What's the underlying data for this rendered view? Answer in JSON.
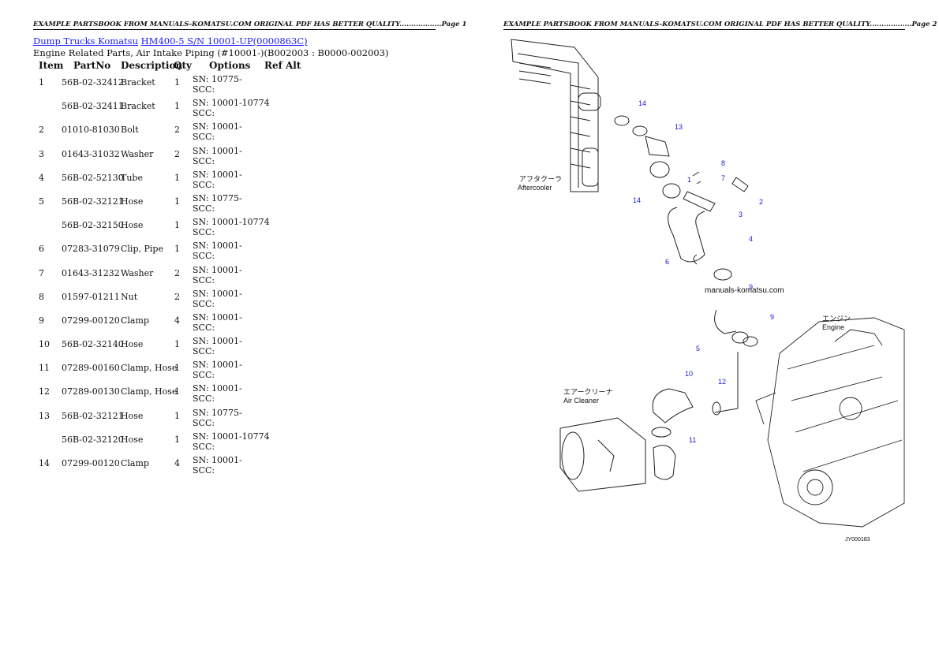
{
  "headers": {
    "page1": "EXAMPLE PARTSBOOK FROM MANUALS-KOMATSU.COM ORIGINAL PDF HAS BETTER QUALITY..................Page 1",
    "page2": "EXAMPLE PARTSBOOK FROM MANUALS-KOMATSU.COM ORIGINAL PDF HAS BETTER QUALITY..................Page 2"
  },
  "breadcrumb": {
    "link1": "Dump Trucks Komatsu",
    "link2": "HM400-5 S/N 10001-UP(0000863C)"
  },
  "subtitle": "Engine Related Parts, Air Intake Piping (#10001-)(B002003 : B0000-002003)",
  "table": {
    "columns": [
      "Item",
      "PartNo",
      "Description",
      "Qty",
      "Options",
      "Ref Alt"
    ],
    "rows": [
      {
        "item": "1",
        "part": "56B-02-32412",
        "desc": "Bracket",
        "qty": "1",
        "opt": "SN: 10775-\nSCC:"
      },
      {
        "item": "",
        "part": "56B-02-32411",
        "desc": "Bracket",
        "qty": "1",
        "opt": "SN: 10001-10774\nSCC:"
      },
      {
        "item": "2",
        "part": "01010-81030",
        "desc": "Bolt",
        "qty": "2",
        "opt": "SN: 10001-\nSCC:"
      },
      {
        "item": "3",
        "part": "01643-31032",
        "desc": "Washer",
        "qty": "2",
        "opt": "SN: 10001-\nSCC:"
      },
      {
        "item": "4",
        "part": "56B-02-52130",
        "desc": "Tube",
        "qty": "1",
        "opt": "SN: 10001-\nSCC:"
      },
      {
        "item": "5",
        "part": "56B-02-32121",
        "desc": "Hose",
        "qty": "1",
        "opt": "SN: 10775-\nSCC:"
      },
      {
        "item": "",
        "part": "56B-02-32150",
        "desc": "Hose",
        "qty": "1",
        "opt": "SN: 10001-10774\nSCC:"
      },
      {
        "item": "6",
        "part": "07283-31079",
        "desc": "Clip, Pipe",
        "qty": "1",
        "opt": "SN: 10001-\nSCC:"
      },
      {
        "item": "7",
        "part": "01643-31232",
        "desc": "Washer",
        "qty": "2",
        "opt": "SN: 10001-\nSCC:"
      },
      {
        "item": "8",
        "part": "01597-01211",
        "desc": "Nut",
        "qty": "2",
        "opt": "SN: 10001-\nSCC:"
      },
      {
        "item": "9",
        "part": "07299-00120",
        "desc": "Clamp",
        "qty": "4",
        "opt": "SN: 10001-\nSCC:"
      },
      {
        "item": "10",
        "part": "56B-02-32140",
        "desc": "Hose",
        "qty": "1",
        "opt": "SN: 10001-\nSCC:"
      },
      {
        "item": "11",
        "part": "07289-00160",
        "desc": "Clamp, Hose",
        "qty": "1",
        "opt": "SN: 10001-\nSCC:"
      },
      {
        "item": "12",
        "part": "07289-00130",
        "desc": "Clamp, Hose",
        "qty": "1",
        "opt": "SN: 10001-\nSCC:"
      },
      {
        "item": "13",
        "part": "56B-02-32121",
        "desc": "Hose",
        "qty": "1",
        "opt": "SN: 10775-\nSCC:"
      },
      {
        "item": "",
        "part": "56B-02-32120",
        "desc": "Hose",
        "qty": "1",
        "opt": "SN: 10001-10774\nSCC:"
      },
      {
        "item": "14",
        "part": "07299-00120",
        "desc": "Clamp",
        "qty": "4",
        "opt": "SN: 10001-\nSCC:"
      }
    ]
  },
  "diagram": {
    "callouts": [
      "14",
      "13",
      "8",
      "7",
      "1",
      "2",
      "3",
      "14",
      "4",
      "6",
      "9",
      "9",
      "5",
      "10",
      "12",
      "11"
    ],
    "labels": {
      "aftercooler_jp": "アフタクーラ",
      "aftercooler": "Aftercooler",
      "engine_jp": "エンジン",
      "engine": "Engine",
      "aircleaner_jp": "エアークリーナ",
      "aircleaner": "Air Cleaner",
      "watermark": "manuals-komatsu.com",
      "figure_id": "JY000183"
    },
    "callout_color": "#1a1ad6"
  }
}
